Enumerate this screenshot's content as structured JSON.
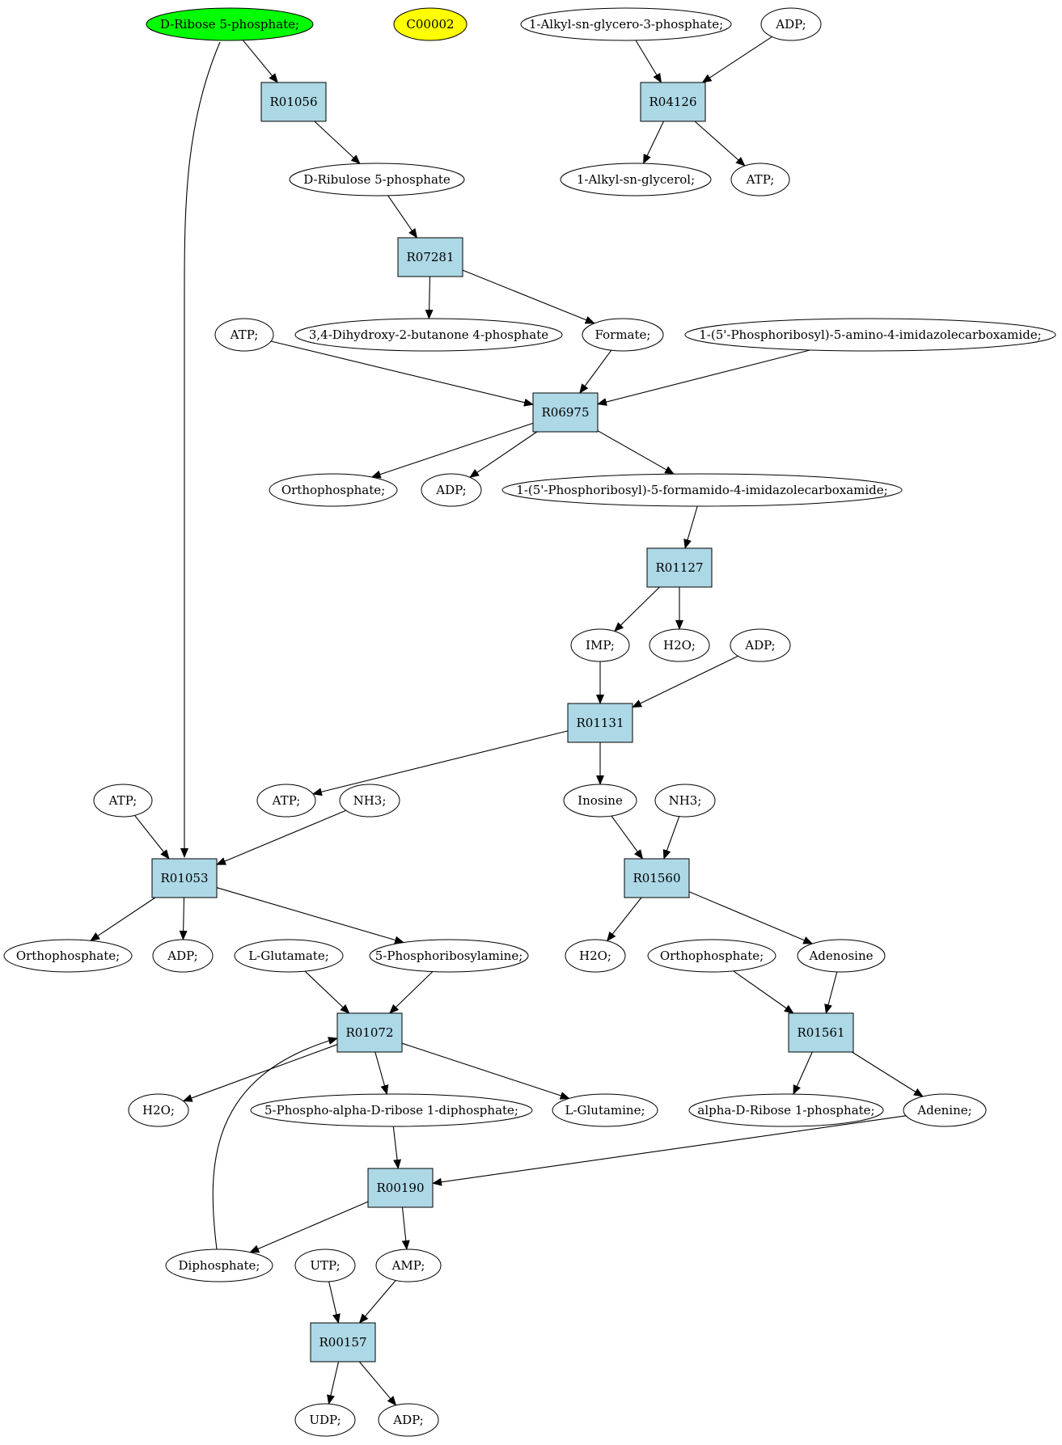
{
  "colors": {
    "start_node": "#00ff00",
    "highlight_node": "#ffff00",
    "compound": "#ffffff",
    "reaction": "#add8e6",
    "edge": "#000000"
  },
  "nodes": [
    {
      "id": "c_dribose5p",
      "label": "D-Ribose 5-phosphate;",
      "shape": "ellipse",
      "fill": "start_node"
    },
    {
      "id": "c_c00002",
      "label": "C00002",
      "shape": "ellipse",
      "fill": "highlight_node"
    },
    {
      "id": "c_alkylglycero3p",
      "label": "1-Alkyl-sn-glycero-3-phosphate;",
      "shape": "ellipse",
      "fill": "compound"
    },
    {
      "id": "c_adp_a",
      "label": "ADP;",
      "shape": "ellipse",
      "fill": "compound"
    },
    {
      "id": "r_R01056",
      "label": "R01056",
      "shape": "box",
      "fill": "reaction"
    },
    {
      "id": "r_R04126",
      "label": "R04126",
      "shape": "box",
      "fill": "reaction"
    },
    {
      "id": "c_dribulose5p",
      "label": "D-Ribulose 5-phosphate",
      "shape": "ellipse",
      "fill": "compound"
    },
    {
      "id": "c_alkylglycerol",
      "label": "1-Alkyl-sn-glycerol;",
      "shape": "ellipse",
      "fill": "compound"
    },
    {
      "id": "c_atp_a",
      "label": "ATP;",
      "shape": "ellipse",
      "fill": "compound"
    },
    {
      "id": "r_R07281",
      "label": "R07281",
      "shape": "box",
      "fill": "reaction"
    },
    {
      "id": "c_atp_b",
      "label": "ATP;",
      "shape": "ellipse",
      "fill": "compound"
    },
    {
      "id": "c_dhbp",
      "label": "3,4-Dihydroxy-2-butanone 4-phosphate",
      "shape": "ellipse",
      "fill": "compound"
    },
    {
      "id": "c_formate",
      "label": "Formate;",
      "shape": "ellipse",
      "fill": "compound"
    },
    {
      "id": "c_aicar",
      "label": "1-(5'-Phosphoribosyl)-5-amino-4-imidazolecarboxamide;",
      "shape": "ellipse",
      "fill": "compound"
    },
    {
      "id": "r_R06975",
      "label": "R06975",
      "shape": "box",
      "fill": "reaction"
    },
    {
      "id": "c_orthophosphate_a",
      "label": "Orthophosphate;",
      "shape": "ellipse",
      "fill": "compound"
    },
    {
      "id": "c_adp_b",
      "label": "ADP;",
      "shape": "ellipse",
      "fill": "compound"
    },
    {
      "id": "c_faicar",
      "label": "1-(5'-Phosphoribosyl)-5-formamido-4-imidazolecarboxamide;",
      "shape": "ellipse",
      "fill": "compound"
    },
    {
      "id": "r_R01127",
      "label": "R01127",
      "shape": "box",
      "fill": "reaction"
    },
    {
      "id": "c_imp",
      "label": "IMP;",
      "shape": "ellipse",
      "fill": "compound"
    },
    {
      "id": "c_h2o_a",
      "label": "H2O;",
      "shape": "ellipse",
      "fill": "compound"
    },
    {
      "id": "c_adp_c",
      "label": "ADP;",
      "shape": "ellipse",
      "fill": "compound"
    },
    {
      "id": "r_R01131",
      "label": "R01131",
      "shape": "box",
      "fill": "reaction"
    },
    {
      "id": "c_atp_c",
      "label": "ATP;",
      "shape": "ellipse",
      "fill": "compound"
    },
    {
      "id": "c_atp_d",
      "label": "ATP;",
      "shape": "ellipse",
      "fill": "compound"
    },
    {
      "id": "c_nh3_a",
      "label": "NH3;",
      "shape": "ellipse",
      "fill": "compound"
    },
    {
      "id": "c_inosine",
      "label": "Inosine",
      "shape": "ellipse",
      "fill": "compound"
    },
    {
      "id": "c_nh3_b",
      "label": "NH3;",
      "shape": "ellipse",
      "fill": "compound"
    },
    {
      "id": "r_R01053",
      "label": "R01053",
      "shape": "box",
      "fill": "reaction"
    },
    {
      "id": "r_R01560",
      "label": "R01560",
      "shape": "box",
      "fill": "reaction"
    },
    {
      "id": "c_orthophosphate_b",
      "label": "Orthophosphate;",
      "shape": "ellipse",
      "fill": "compound"
    },
    {
      "id": "c_adp_d",
      "label": "ADP;",
      "shape": "ellipse",
      "fill": "compound"
    },
    {
      "id": "c_lglutamate",
      "label": "L-Glutamate;",
      "shape": "ellipse",
      "fill": "compound"
    },
    {
      "id": "c_prpp_amine",
      "label": "5-Phosphoribosylamine;",
      "shape": "ellipse",
      "fill": "compound"
    },
    {
      "id": "c_h2o_b",
      "label": "H2O;",
      "shape": "ellipse",
      "fill": "compound"
    },
    {
      "id": "c_orthophosphate_c",
      "label": "Orthophosphate;",
      "shape": "ellipse",
      "fill": "compound"
    },
    {
      "id": "c_adenosine",
      "label": "Adenosine",
      "shape": "ellipse",
      "fill": "compound"
    },
    {
      "id": "r_R01072",
      "label": "R01072",
      "shape": "box",
      "fill": "reaction"
    },
    {
      "id": "r_R01561",
      "label": "R01561",
      "shape": "box",
      "fill": "reaction"
    },
    {
      "id": "c_h2o_c",
      "label": "H2O;",
      "shape": "ellipse",
      "fill": "compound"
    },
    {
      "id": "c_prpp",
      "label": "5-Phospho-alpha-D-ribose 1-diphosphate;",
      "shape": "ellipse",
      "fill": "compound"
    },
    {
      "id": "c_lglutamine",
      "label": "L-Glutamine;",
      "shape": "ellipse",
      "fill": "compound"
    },
    {
      "id": "c_adribose1p",
      "label": "alpha-D-Ribose 1-phosphate;",
      "shape": "ellipse",
      "fill": "compound"
    },
    {
      "id": "c_adenine",
      "label": "Adenine;",
      "shape": "ellipse",
      "fill": "compound"
    },
    {
      "id": "r_R00190",
      "label": "R00190",
      "shape": "box",
      "fill": "reaction"
    },
    {
      "id": "c_diphosphate",
      "label": "Diphosphate;",
      "shape": "ellipse",
      "fill": "compound"
    },
    {
      "id": "c_utp",
      "label": "UTP;",
      "shape": "ellipse",
      "fill": "compound"
    },
    {
      "id": "c_amp",
      "label": "AMP;",
      "shape": "ellipse",
      "fill": "compound"
    },
    {
      "id": "r_R00157",
      "label": "R00157",
      "shape": "box",
      "fill": "reaction"
    },
    {
      "id": "c_udp",
      "label": "UDP;",
      "shape": "ellipse",
      "fill": "compound"
    },
    {
      "id": "c_adp_e",
      "label": "ADP;",
      "shape": "ellipse",
      "fill": "compound"
    }
  ],
  "edges": [
    {
      "from": "c_dribose5p",
      "to": "r_R01056"
    },
    {
      "from": "c_dribose5p",
      "to": "r_R01053"
    },
    {
      "from": "c_alkylglycero3p",
      "to": "r_R04126"
    },
    {
      "from": "c_adp_a",
      "to": "r_R04126"
    },
    {
      "from": "r_R01056",
      "to": "c_dribulose5p"
    },
    {
      "from": "r_R04126",
      "to": "c_alkylglycerol"
    },
    {
      "from": "r_R04126",
      "to": "c_atp_a"
    },
    {
      "from": "c_dribulose5p",
      "to": "r_R07281"
    },
    {
      "from": "r_R07281",
      "to": "c_dhbp"
    },
    {
      "from": "r_R07281",
      "to": "c_formate"
    },
    {
      "from": "c_atp_b",
      "to": "r_R06975"
    },
    {
      "from": "c_formate",
      "to": "r_R06975"
    },
    {
      "from": "c_aicar",
      "to": "r_R06975"
    },
    {
      "from": "r_R06975",
      "to": "c_orthophosphate_a"
    },
    {
      "from": "r_R06975",
      "to": "c_adp_b"
    },
    {
      "from": "r_R06975",
      "to": "c_faicar"
    },
    {
      "from": "c_faicar",
      "to": "r_R01127"
    },
    {
      "from": "r_R01127",
      "to": "c_imp"
    },
    {
      "from": "r_R01127",
      "to": "c_h2o_a"
    },
    {
      "from": "c_imp",
      "to": "r_R01131"
    },
    {
      "from": "c_adp_c",
      "to": "r_R01131"
    },
    {
      "from": "r_R01131",
      "to": "c_atp_d"
    },
    {
      "from": "r_R01131",
      "to": "c_inosine"
    },
    {
      "from": "c_atp_c",
      "to": "r_R01053"
    },
    {
      "from": "c_nh3_a",
      "to": "r_R01053"
    },
    {
      "from": "c_inosine",
      "to": "r_R01560"
    },
    {
      "from": "c_nh3_b",
      "to": "r_R01560"
    },
    {
      "from": "r_R01053",
      "to": "c_orthophosphate_b"
    },
    {
      "from": "r_R01053",
      "to": "c_adp_d"
    },
    {
      "from": "r_R01053",
      "to": "c_prpp_amine"
    },
    {
      "from": "r_R01560",
      "to": "c_h2o_b"
    },
    {
      "from": "r_R01560",
      "to": "c_adenosine"
    },
    {
      "from": "c_lglutamate",
      "to": "r_R01072"
    },
    {
      "from": "c_prpp_amine",
      "to": "r_R01072"
    },
    {
      "from": "c_orthophosphate_c",
      "to": "r_R01561"
    },
    {
      "from": "c_adenosine",
      "to": "r_R01561"
    },
    {
      "from": "r_R01072",
      "to": "c_h2o_c"
    },
    {
      "from": "r_R01072",
      "to": "c_prpp"
    },
    {
      "from": "r_R01072",
      "to": "c_lglutamine"
    },
    {
      "from": "r_R01561",
      "to": "c_adribose1p"
    },
    {
      "from": "r_R01561",
      "to": "c_adenine"
    },
    {
      "from": "c_prpp",
      "to": "r_R00190"
    },
    {
      "from": "c_adenine",
      "to": "r_R00190"
    },
    {
      "from": "r_R00190",
      "to": "c_diphosphate"
    },
    {
      "from": "r_R00190",
      "to": "c_amp"
    },
    {
      "from": "c_diphosphate",
      "to": "r_R01072"
    },
    {
      "from": "c_utp",
      "to": "r_R00157"
    },
    {
      "from": "c_amp",
      "to": "r_R00157"
    },
    {
      "from": "r_R00157",
      "to": "c_udp"
    },
    {
      "from": "r_R00157",
      "to": "c_adp_e"
    }
  ]
}
